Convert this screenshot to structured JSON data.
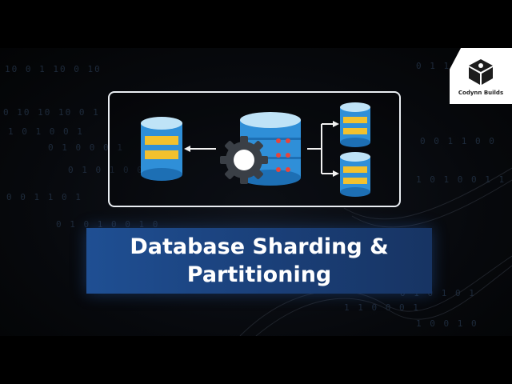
{
  "title": {
    "line1": "Database Sharding &",
    "line2": "Partitioning"
  },
  "brand": {
    "name": "Codynn Builds"
  },
  "colors": {
    "background": "#07090d",
    "panel": "#1f4f93",
    "db_blue": "#2f8fd8",
    "db_light": "#bfe3f7",
    "db_yellow": "#f2c12e",
    "gear": "#3a3f46",
    "led_red": "#e8443a"
  },
  "icons": [
    "database-icon",
    "gear-icon",
    "arrow-icon",
    "logo-icon"
  ]
}
